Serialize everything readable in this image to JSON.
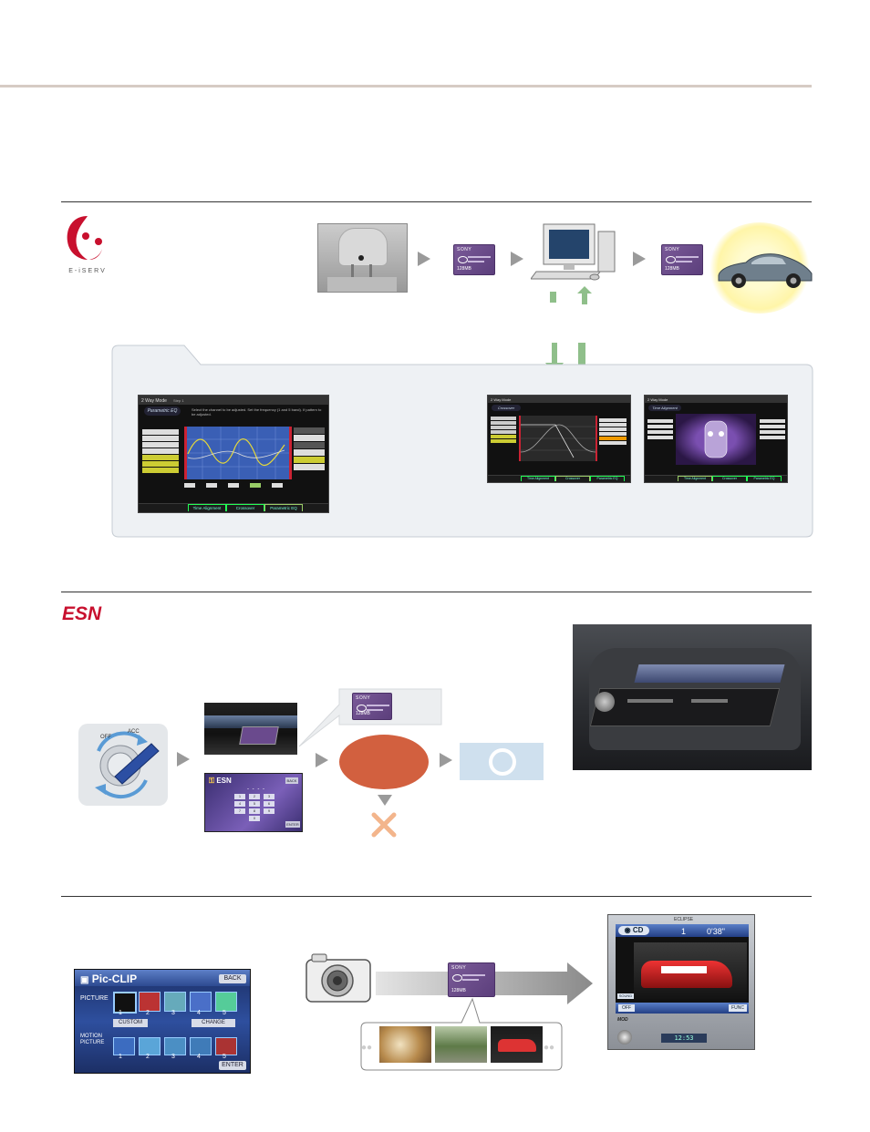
{
  "sections": {
    "eiserv": {
      "logo_text": "E-iSERV"
    },
    "esn": {
      "logo_text": "ESN"
    },
    "picclip": {}
  },
  "eq_screen": {
    "header": "2 Way Mode",
    "step": "Step 1",
    "panel": "Parametric EQ",
    "instruction": "Select the channel to be adjusted. Set the frequency (1 and 5 band). If pattern to be adjusted.",
    "tabs": [
      "Time Alignment",
      "Crossover",
      "Parametric EQ"
    ]
  },
  "crossover_screen": {
    "header": "2 Way Mode",
    "panel": "Crossover",
    "tabs": [
      "Time Alignment",
      "Crossover",
      "Parametric EQ"
    ]
  },
  "timealign_screen": {
    "header": "2 Way Mode",
    "panel": "Time Alignment",
    "tabs": [
      "Time Alignment",
      "Crossover",
      "Parametric EQ"
    ]
  },
  "memory_stick": {
    "brand": "SONY",
    "capacity": "128MB"
  },
  "esn_keypad": {
    "title": "ESN",
    "back": "BACK",
    "enter": "ENTER",
    "keys": [
      "1",
      "2",
      "3",
      "4",
      "5",
      "6",
      "7",
      "8",
      "9",
      "0"
    ]
  },
  "picclip": {
    "title": "Pic-CLIP",
    "back": "BACK",
    "picture_label": "PICTURE",
    "motion_label": "MOTION PICTURE",
    "custom": "CUSTOM",
    "change": "CHANGE",
    "enter": "ENTER",
    "slots": [
      "1",
      "2",
      "3",
      "4",
      "5"
    ]
  },
  "head_unit": {
    "brand": "ECLIPSE",
    "source": "CD",
    "track": "1",
    "time": "0'38\"",
    "clock": "12:53",
    "sound": "SOUND",
    "off": "OFF",
    "func": "FUNC",
    "mod": "MOD"
  },
  "colors": {
    "accent_red": "#c8102e",
    "orange_oval": "#d2603f",
    "blue_box": "#cfe0ee",
    "green_arrow": "#8fbf8a",
    "panel_bg": "#eef1f4"
  }
}
